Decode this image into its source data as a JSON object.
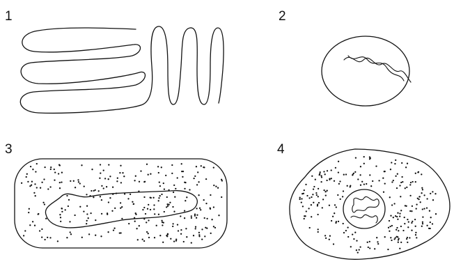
{
  "panels": [
    {
      "label": "1"
    },
    {
      "label": "2"
    },
    {
      "label": "3"
    },
    {
      "label": "4"
    }
  ],
  "colors": {
    "ink": "#111111",
    "background": "#ffffff"
  }
}
